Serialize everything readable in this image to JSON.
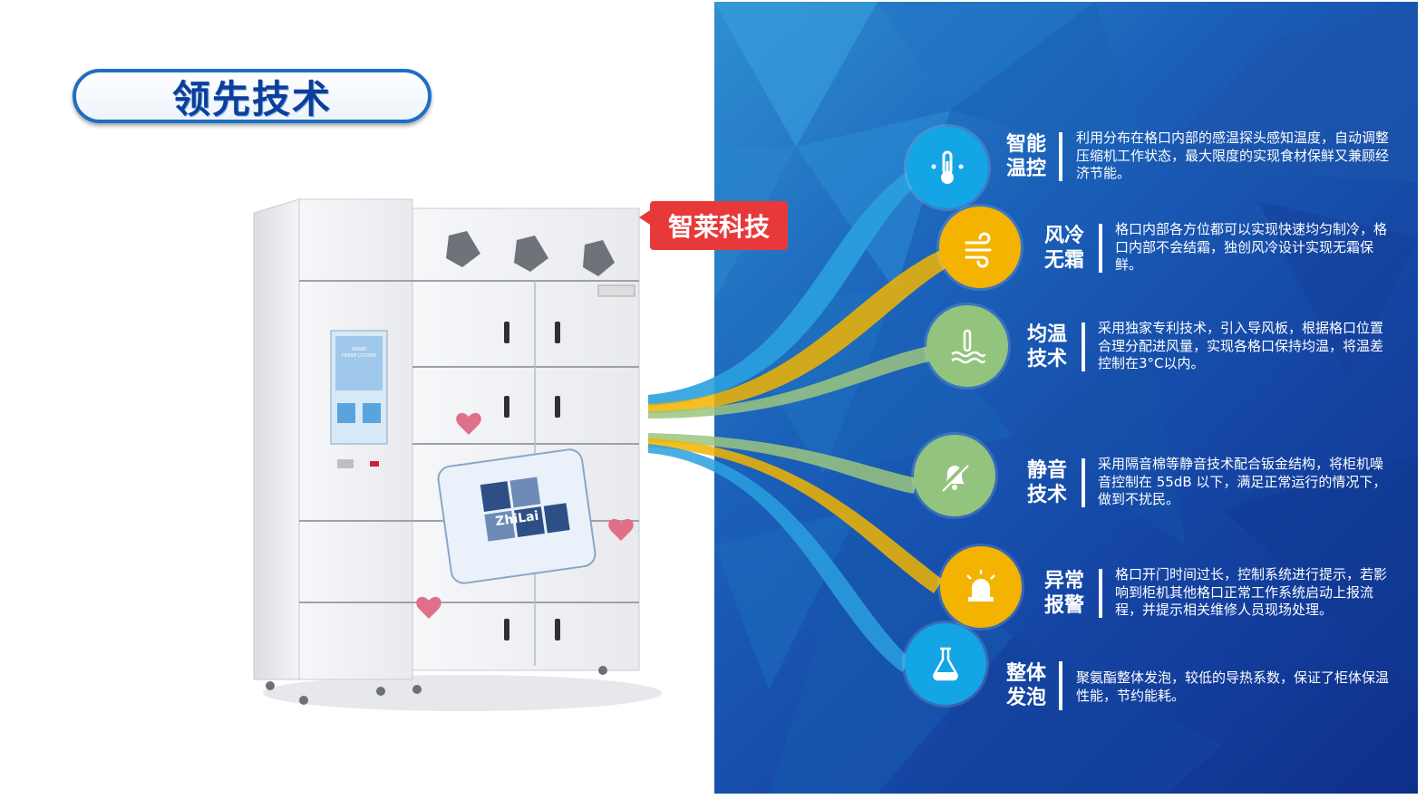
{
  "title": "领先技术",
  "brand_tag": "智莱科技",
  "cabinet": {
    "screen_lines": [
      "SMART",
      "FRESH LOCKER"
    ],
    "logo_text": "ZhiLai"
  },
  "features": [
    {
      "title_l1": "智能",
      "title_l2": "温控",
      "icon": "thermometer-icon",
      "color": "#14a5e6",
      "desc": "利用分布在格口内部的感温探头感知温度，自动调整压缩机工作状态，最大限度的实现食材保鲜又兼顾经济节能。"
    },
    {
      "title_l1": "风冷",
      "title_l2": "无霜",
      "icon": "wind-icon",
      "color": "#f4b300",
      "desc": "格口内部各方位都可以实现快速均匀制冷，格口内部不会结霜，独创风冷设计实现无霜保鲜。"
    },
    {
      "title_l1": "均温",
      "title_l2": "技术",
      "icon": "heat-wave-icon",
      "color": "#93c47d",
      "desc": "采用独家专利技术，引入导风板，根据格口位置合理分配进风量，实现各格口保持均温，将温差控制在3°C以内。"
    },
    {
      "title_l1": "静音",
      "title_l2": "技术",
      "icon": "mute-bell-icon",
      "color": "#93c47d",
      "desc": "采用隔音棉等静音技术配合钣金结构，将柜机噪音控制在 55dB 以下，满足正常运行的情况下，做到不扰民。"
    },
    {
      "title_l1": "异常",
      "title_l2": "报警",
      "icon": "alarm-light-icon",
      "color": "#f4b300",
      "desc": "格口开门时间过长，控制系统进行提示，若影响到柜机其他格口正常工作系统启动上报流程，并提示相关维修人员现场处理。"
    },
    {
      "title_l1": "整体",
      "title_l2": "发泡",
      "icon": "flask-icon",
      "color": "#14a5e6",
      "desc": "聚氨酯整体发泡，较低的导热系数，保证了柜体保温性能，节约能耗。"
    }
  ]
}
